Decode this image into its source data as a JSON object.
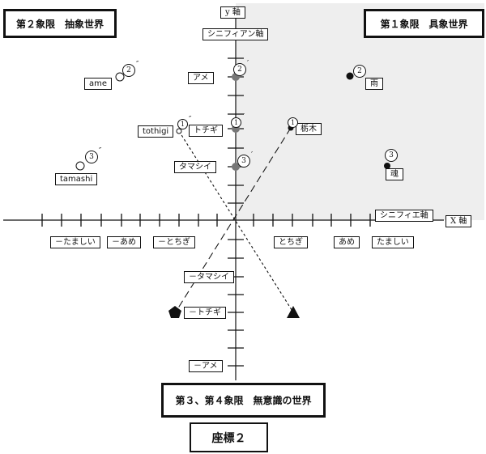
{
  "quadrants": {
    "q1": "第１象限　具象世界",
    "q2": "第２象限　抽象世界",
    "q34": "第３、第４象限　無意識の世界"
  },
  "axes": {
    "y_axis": "y 軸",
    "x_axis": "X 軸",
    "signifiant_axis": "シニフィアン軸",
    "signifie_axis": "シニフィエ軸"
  },
  "x_ticks_pos": [
    "とちぎ",
    "あめ",
    "たましい"
  ],
  "x_ticks_neg": [
    "－たましい",
    "－あめ",
    "－とちぎ"
  ],
  "y_ticks_pos": [
    "アメ",
    "トチギ",
    "タマシイ"
  ],
  "y_ticks_neg": [
    "－タマシイ",
    "－トチギ",
    "－アメ"
  ],
  "points": {
    "q1": [
      "雨",
      "栃木",
      "魂"
    ],
    "q2": [
      "ame",
      "tothigi",
      "tamashi"
    ]
  },
  "numbers": {
    "one": "1",
    "two": "2",
    "three": "3",
    "prime": "′",
    "double_prime": "″"
  },
  "caption": "座標２",
  "colors": {
    "q1_fill": "#eeeeee",
    "line": "#111111",
    "point_gray": "#777777"
  },
  "icons": [
    "pentagon-icon",
    "triangle-icon"
  ]
}
